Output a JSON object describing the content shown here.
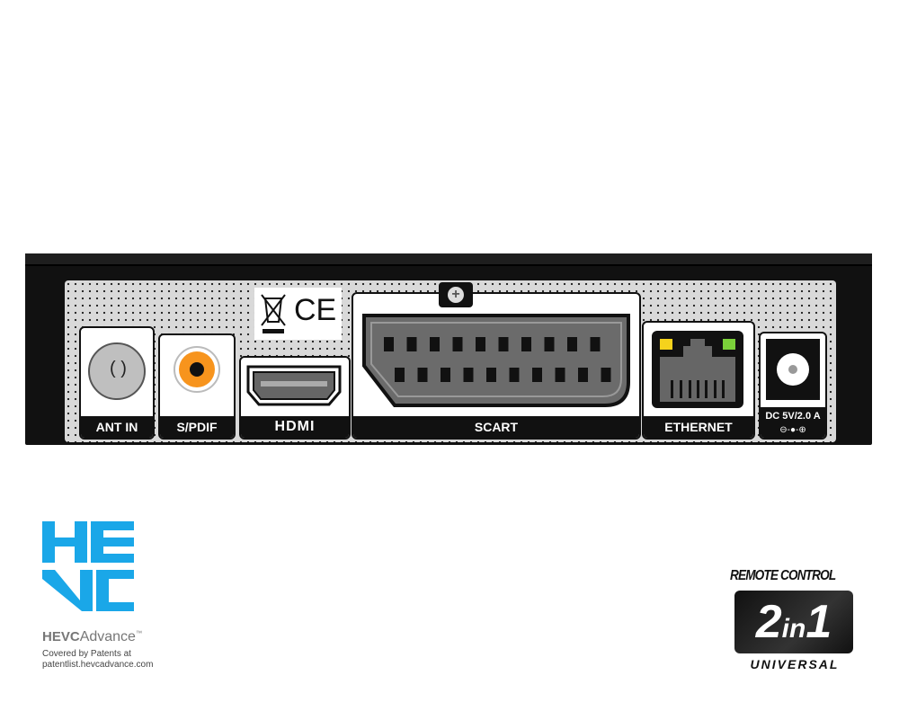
{
  "ports": {
    "ant_in": "ANT IN",
    "spdif": "S/PDIF",
    "hdmi": "HDMI",
    "scart": "SCART",
    "ethernet": "ETHERNET",
    "dc": "DC 5V/2.0 A"
  },
  "certification": {
    "ce": "CE"
  },
  "hevc": {
    "brand": "HEVC",
    "advance": "Advance",
    "tm": "™",
    "line1": "Covered by Patents at",
    "line2": "patentlist.hevcadvance.com"
  },
  "remote": {
    "title": "REMOTE CONTROL",
    "badge_num1": "2",
    "badge_in": "in",
    "badge_num2": "1",
    "subtitle": "UNIVERSAL"
  },
  "colors": {
    "hevc_blue": "#1aa7e8",
    "spdif_orange": "#f7941d",
    "led_yellow": "#f5d21c",
    "led_green": "#7bd13a"
  }
}
